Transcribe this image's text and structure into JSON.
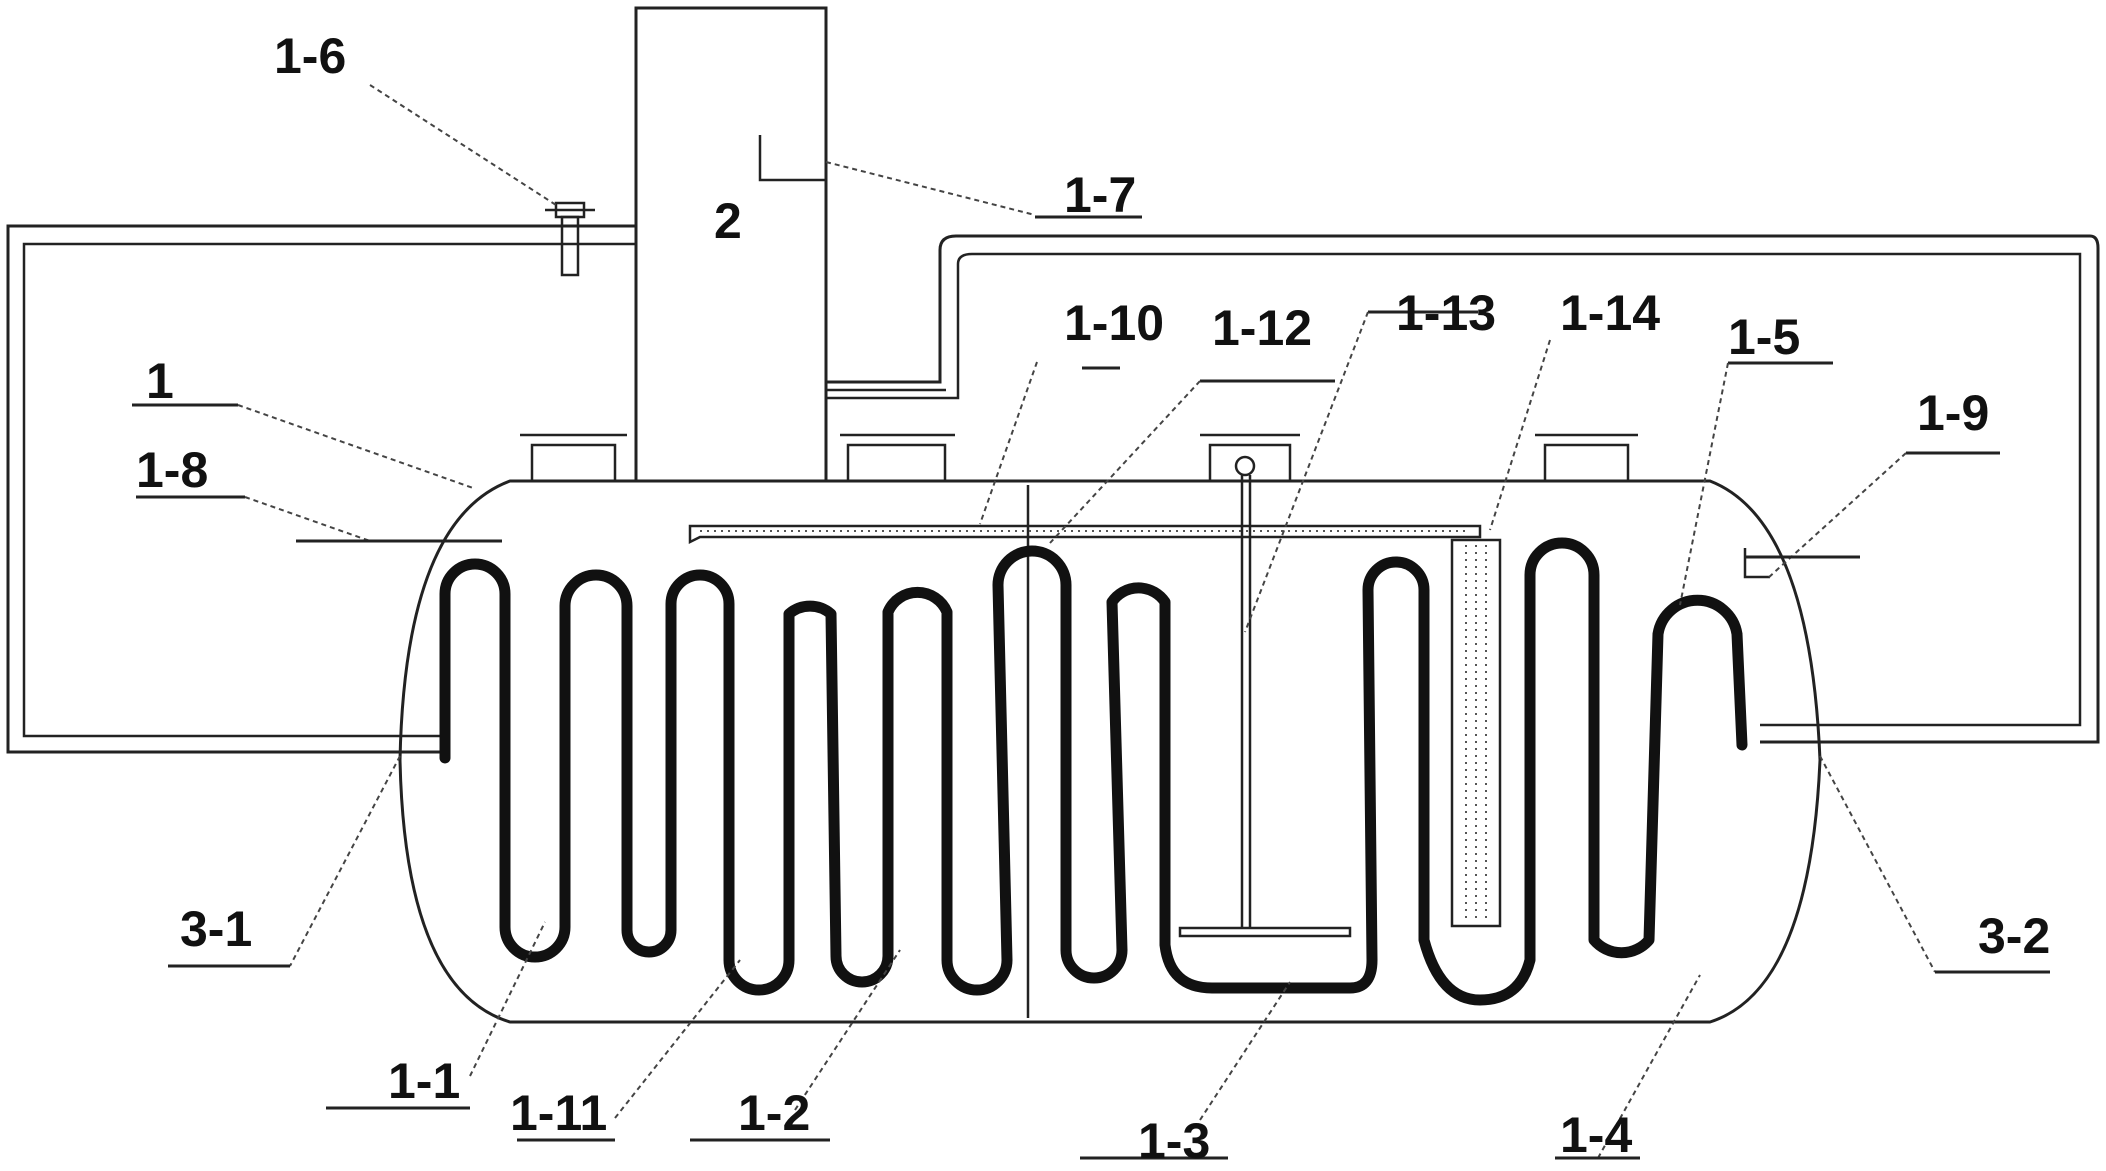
{
  "labels": {
    "l1_6": "1-6",
    "l2": "2",
    "l1_7": "1-7",
    "l1_10": "1-10",
    "l1_12": "1-12",
    "l1_13": "1-13",
    "l1_14": "1-14",
    "l1_5": "1-5",
    "l1": "1",
    "l1_8": "1-8",
    "l1_9": "1-9",
    "l3_1": "3-1",
    "l3_2": "3-2",
    "l1_1": "1-1",
    "l1_11": "1-11",
    "l1_2": "1-2",
    "l1_3": "1-3",
    "l1_4": "1-4"
  }
}
